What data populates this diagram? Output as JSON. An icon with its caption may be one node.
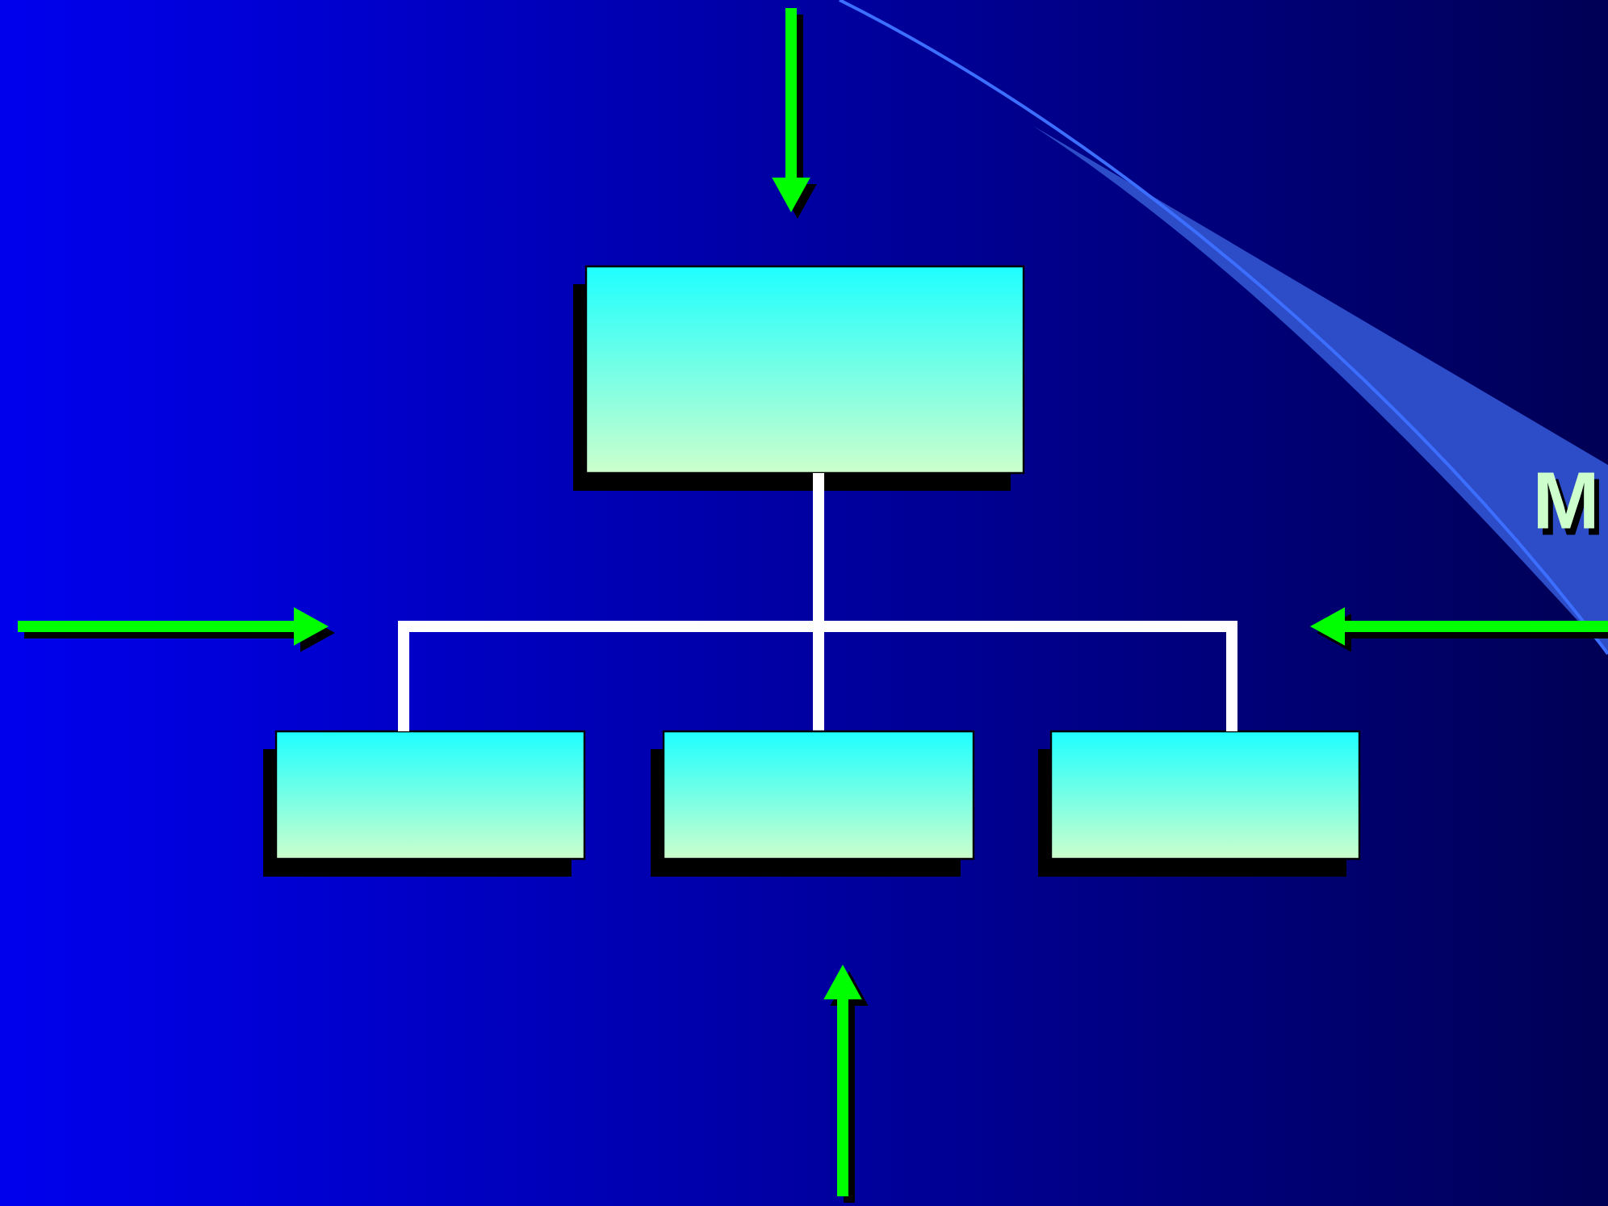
{
  "diagram": {
    "nodes": [
      {
        "text": [],
        "shape": "box"
      },
      {
        "text": [],
        "shape": "box"
      },
      {
        "text": [],
        "shape": "box"
      },
      {
        "text": [],
        "shape": "box"
      }
    ],
    "edges": [
      {
        "from": 0,
        "to": 1,
        "arrow": "none"
      },
      {
        "from": 0,
        "to": 2,
        "arrow": "none"
      },
      {
        "from": 0,
        "to": 3,
        "arrow": "none"
      }
    ],
    "labels": [
      "M"
    ]
  }
}
